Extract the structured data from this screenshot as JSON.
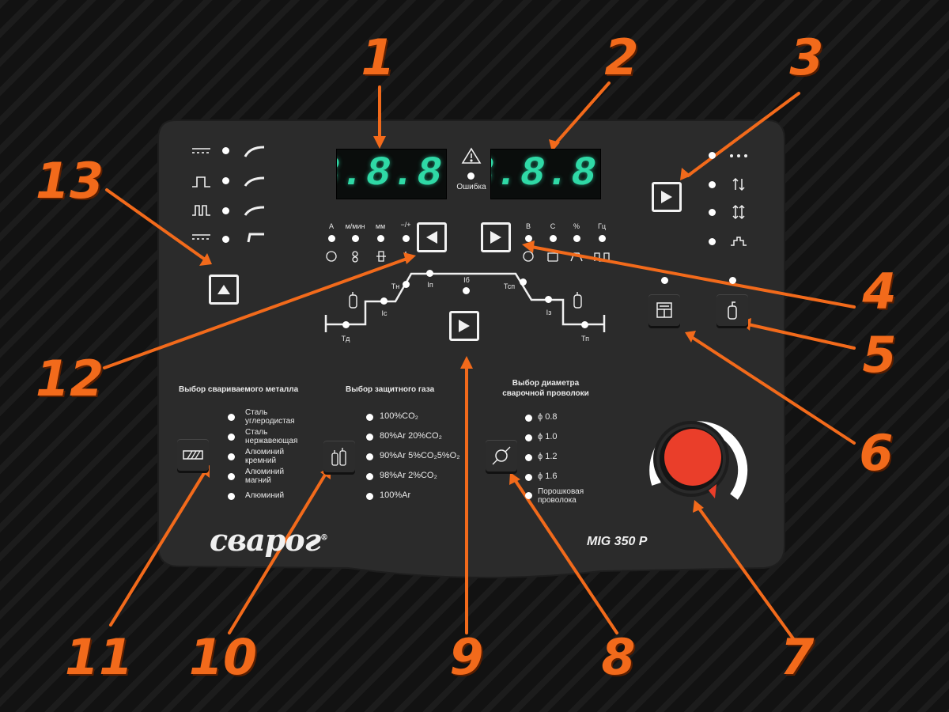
{
  "display_left": {
    "value": "8.8.8."
  },
  "display_right": {
    "value": "8.8.8."
  },
  "error_label": "Ошибка",
  "units_left": [
    "А",
    "м/мин",
    "мм",
    "−/+"
  ],
  "units_right": [
    "В",
    "С",
    "%",
    "Гц"
  ],
  "cycle_labels": {
    "td": "Тд",
    "tn": "Тн",
    "ip": "Iп",
    "ic": "Ic",
    "ib": "Iб",
    "tsp": "Тсп",
    "iz": "Iз",
    "tp": "Тп"
  },
  "metal": {
    "heading": "Выбор свариваемого металла",
    "options": [
      "Сталь углеродистая",
      "Сталь нержавеющая",
      "Алюминий кремний",
      "Алюминий магний",
      "Алюминий"
    ]
  },
  "gas": {
    "heading": "Выбор защитного газа",
    "options": [
      "100%CO₂",
      "80%Ar 20%CO₂",
      "90%Ar 5%CO₂5%O₂",
      "98%Ar 2%CO₂",
      "100%Ar"
    ]
  },
  "wire": {
    "heading_line1": "Выбор диаметра",
    "heading_line2": "сварочной проволоки",
    "options": [
      "ϕ 0.8",
      "ϕ 1.0",
      "ϕ 1.2",
      "ϕ 1.6",
      "Порошковая проволока"
    ]
  },
  "brand": "сварог",
  "brand_mark": "®",
  "model": "MIG 350 P",
  "callouts": [
    "1",
    "2",
    "3",
    "4",
    "5",
    "6",
    "7",
    "8",
    "9",
    "10",
    "11",
    "12",
    "13"
  ],
  "colors": {
    "callout": "#f26a1b",
    "panel": "#2b2b2b",
    "display_digits": "#2fd9a6",
    "knob": "#ea3e2a"
  }
}
